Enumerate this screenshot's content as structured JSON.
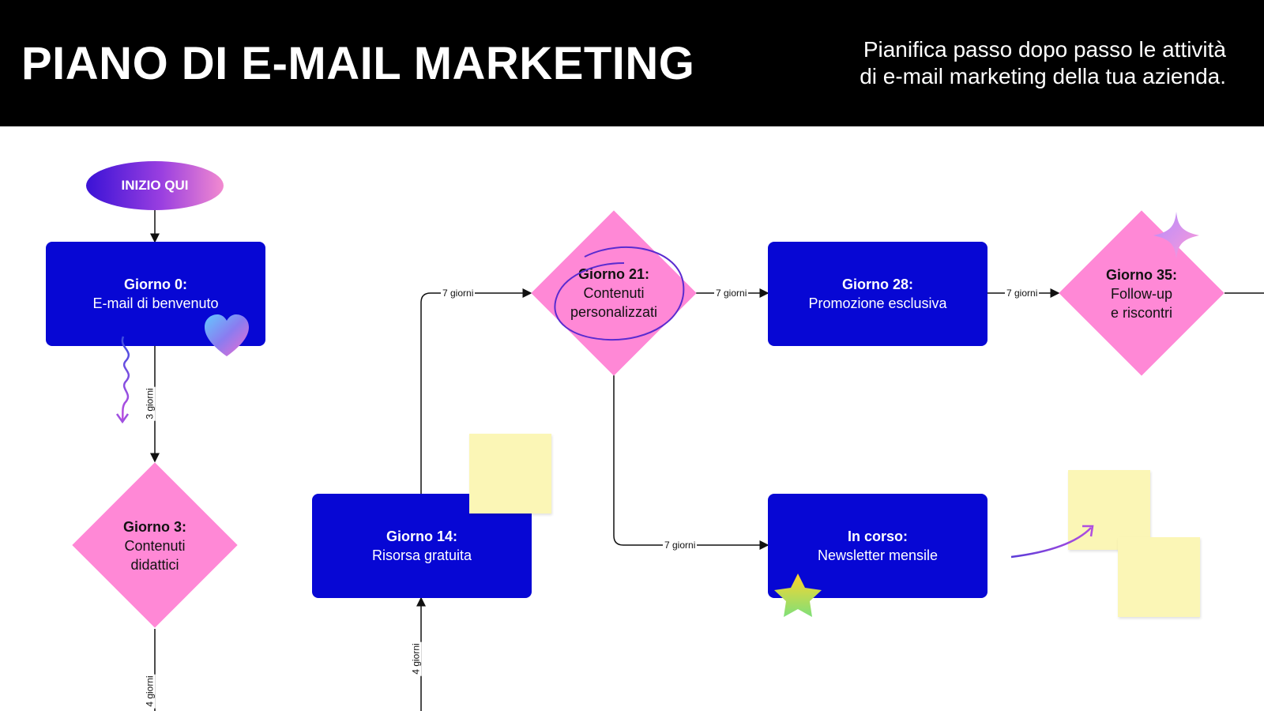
{
  "header": {
    "title": "PIANO DI E-MAIL MARKETING",
    "subtitle_line1": "Pianifica passo dopo passo le attività",
    "subtitle_line2": "di e-mail marketing della tua azienda."
  },
  "start": {
    "label": "INIZIO QUI"
  },
  "nodes": {
    "day0": {
      "title": "Giorno 0:",
      "body": "E-mail di benvenuto"
    },
    "day3": {
      "title": "Giorno 3:",
      "body_line1": "Contenuti",
      "body_line2": "didattici"
    },
    "day14": {
      "title": "Giorno 14:",
      "body": "Risorsa gratuita"
    },
    "day21": {
      "title": "Giorno 21:",
      "body_line1": "Contenuti",
      "body_line2": "personalizzati"
    },
    "day28": {
      "title": "Giorno 28:",
      "body": "Promozione esclusiva"
    },
    "day35": {
      "title": "Giorno 35:",
      "body_line1": "Follow-up",
      "body_line2": "e riscontri"
    },
    "ongoing": {
      "title": "In corso:",
      "body": "Newsletter mensile"
    }
  },
  "edges": {
    "d0_d3": "3 giorni",
    "d3_down": "4 giorni",
    "up_d14": "4 giorni",
    "d14_d21": "7 giorni",
    "d21_d28": "7 giorni",
    "d28_d35": "7 giorni",
    "d21_ongoing": "7 giorni"
  },
  "colors": {
    "header_bg": "#000000",
    "rect_node": "#0707d4",
    "diamond_node": "#ff88d6",
    "sticky_note": "#fbf6b6"
  },
  "icons": [
    "heart-icon",
    "sparkle-icon",
    "star-icon",
    "squiggle-arrow-icon",
    "curved-arrow-icon"
  ]
}
